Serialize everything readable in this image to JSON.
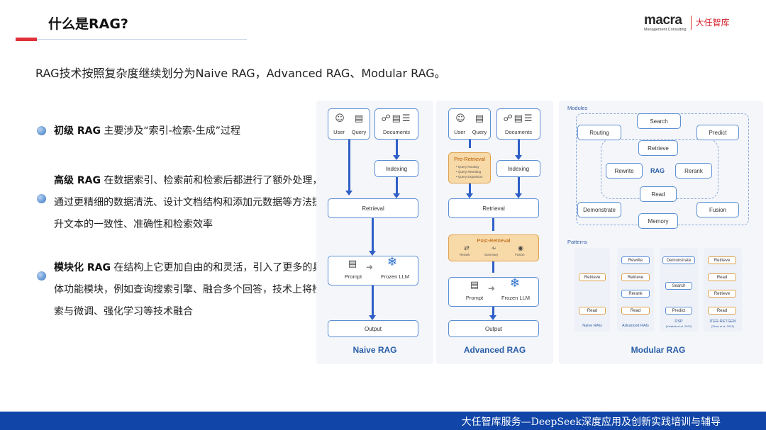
{
  "header": {
    "title": "什么是RAG?",
    "logo_word": "macra",
    "logo_sub": "Management Consulting",
    "logo_cn": "大任智库"
  },
  "intro": "RAG技术按照复杂度继续划分为Naive RAG，Advanced RAG、Modular RAG。",
  "bullets": [
    {
      "strong": "初级 RAG",
      "text": " 主要涉及“索引-检索-生成”过程"
    },
    {
      "strong": "高级 RAG",
      "text": " 在数据索引、检索前和检索后都进行了额外处理，通过更精细的数据清洗、设计文档结构和添加元数据等方法提升文本的一致性、准确性和检索效率"
    },
    {
      "strong": "模块化 RAG",
      "text": " 在结构上它更加自由的和灵活，引入了更多的具体功能模块，例如查询搜索引擎、融合多个回答，技术上将检索与微调、强化学习等技术融合"
    }
  ],
  "naive": {
    "user": "User",
    "query": "Query",
    "documents": "Documents",
    "indexing": "Indexing",
    "retrieval": "Retrieval",
    "prompt": "Prompt",
    "frozen_llm": "Frozen LLM",
    "output": "Output",
    "caption": "Naive RAG"
  },
  "advanced": {
    "user": "User",
    "query": "Query",
    "documents": "Documents",
    "pre_retrieval": "Pre-Retrieval",
    "pre_items": [
      "• Query Routing",
      "• Query Rewriting",
      "• Query Expansion"
    ],
    "indexing": "Indexing",
    "retrieval": "Retrieval",
    "post_retrieval": "Post-Retrieval",
    "post_items": [
      "Rerank",
      "Summary",
      "Fusion"
    ],
    "prompt": "Prompt",
    "frozen_llm": "Frozen LLM",
    "output": "Output",
    "caption": "Advanced RAG"
  },
  "modular": {
    "modules_label": "Modules",
    "search": "Search",
    "routing": "Routing",
    "predict": "Predict",
    "retrieve": "Retrieve",
    "rewrite": "Rewrite",
    "rag": "RAG",
    "rerank": "Rerank",
    "read": "Read",
    "demonstrate": "Demonstrate",
    "fusion": "Fusion",
    "memory": "Memory",
    "patterns_label": "Patterns",
    "patterns": [
      {
        "name": "Naive RAG",
        "ref": "",
        "steps": [
          "Retrieve",
          "Read"
        ]
      },
      {
        "name": "Advanced RAG",
        "ref": "",
        "steps": [
          "Rewrite",
          "Retrieve",
          "Rerank",
          "Read"
        ]
      },
      {
        "name": "DSP",
        "ref": "[Khattab et al. 2022]",
        "steps": [
          "Demonstrate",
          "Search",
          "Predict"
        ]
      },
      {
        "name": "ITER-RETGEN",
        "ref": "[Shao et al. 2023]",
        "steps": [
          "Retrieve",
          "Read",
          "Retrieve",
          "Read"
        ]
      }
    ],
    "caption": "Modular RAG"
  },
  "footer": "大任智库服务—DeepSeek深度应用及创新实践培训与辅导",
  "colors": {
    "accent_red": "#e0313b",
    "footer_blue": "#1146a8",
    "diagram_blue": "#2f5fc7",
    "orange": "#e0a04a"
  }
}
